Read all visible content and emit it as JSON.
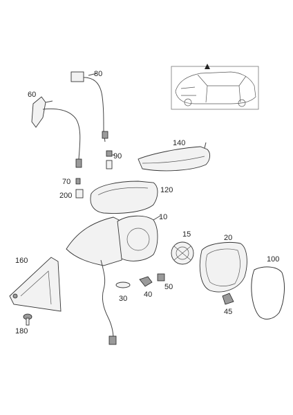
{
  "labels": {
    "p80": "80",
    "p60": "60",
    "p90": "90",
    "p140": "140",
    "p70": "70",
    "p200": "200",
    "p120": "120",
    "p10": "10",
    "p15": "15",
    "p20": "20",
    "p100": "100",
    "p160": "160",
    "p30": "30",
    "p40": "40",
    "p50": "50",
    "p45": "45",
    "p180": "180"
  }
}
